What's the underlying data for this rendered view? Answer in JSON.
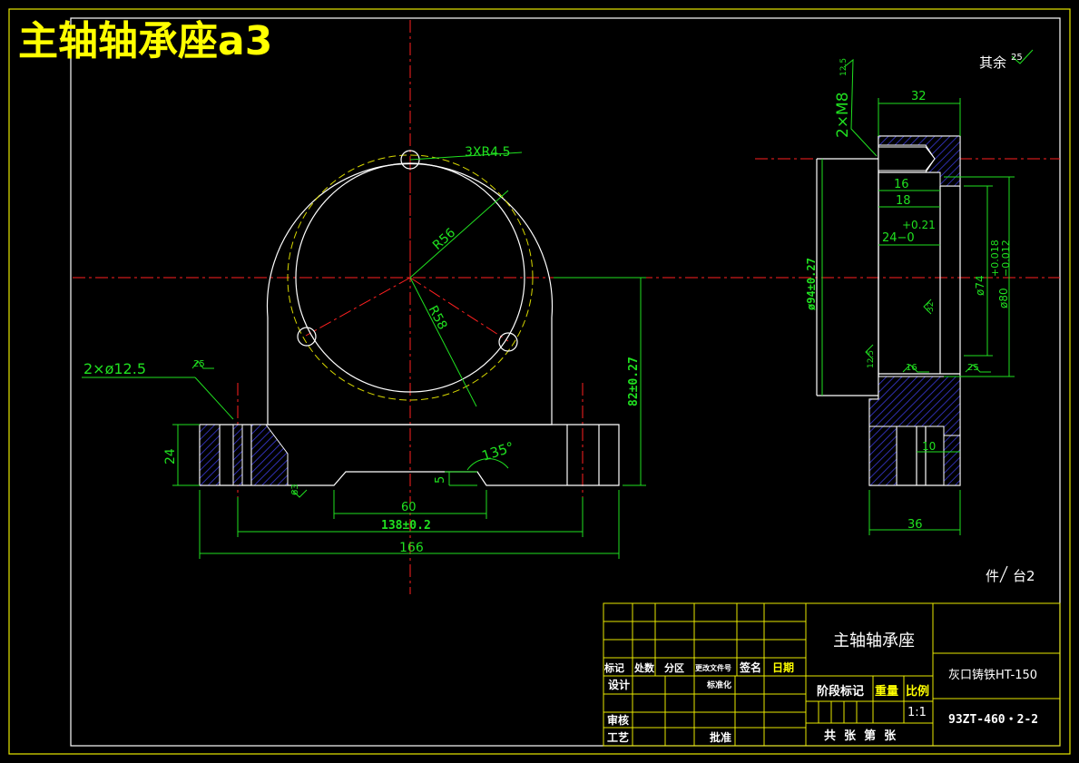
{
  "title": "主轴轴承座a3",
  "roughness_note": {
    "label": "其余",
    "value": "25"
  },
  "front_view": {
    "holes_note": "3XR4.5",
    "radius_outer": "R56",
    "radius_pcd": "R58",
    "hole_callout": "2×ø12.5",
    "hole_roughness": "25",
    "base_height": "24",
    "slot_depth": "5",
    "slot_angle": "135°",
    "slot_width": "60",
    "hole_spacing": "138±0.2",
    "total_length": "166",
    "center_height": "82±0.27",
    "bottom_roughness": "63"
  },
  "side_view": {
    "thread_callout": "2×M8",
    "thread_roughness": "12.5",
    "width_top": "32",
    "dim_16": "16",
    "dim_18": "18",
    "tol_upper": "+0.21",
    "dim_24": "24−0",
    "bore_inner": "ø74",
    "bore_outer": "ø80",
    "bore_tol_upper": "+0.018",
    "bore_tol_lower": "−0.012",
    "height_dia": "ø94±0.27",
    "face_roughness": "32",
    "face_roughness_2": "12.5",
    "inner_roughness": "16",
    "right_roughness": "25",
    "dim_10": "10",
    "width_bottom": "36"
  },
  "parts_note": {
    "left": "件",
    "right": "台2"
  },
  "title_block": {
    "part_name": "主轴轴承座",
    "material": "灰口铸铁HT-150",
    "drawing_no": "93ZT-460・2-2",
    "col_mark": "标记",
    "col_count": "处数",
    "col_zone": "分区",
    "col_change_doc": "更改文件号",
    "col_sign": "签名",
    "col_date": "日期",
    "design": "设计",
    "standardize": "标准化",
    "review": "审核",
    "process": "工艺",
    "approve": "批准",
    "stage_mark": "阶段标记",
    "weight": "重量",
    "scale": "比例",
    "scale_value": "1:1",
    "sheets": "共  张  第  张"
  }
}
